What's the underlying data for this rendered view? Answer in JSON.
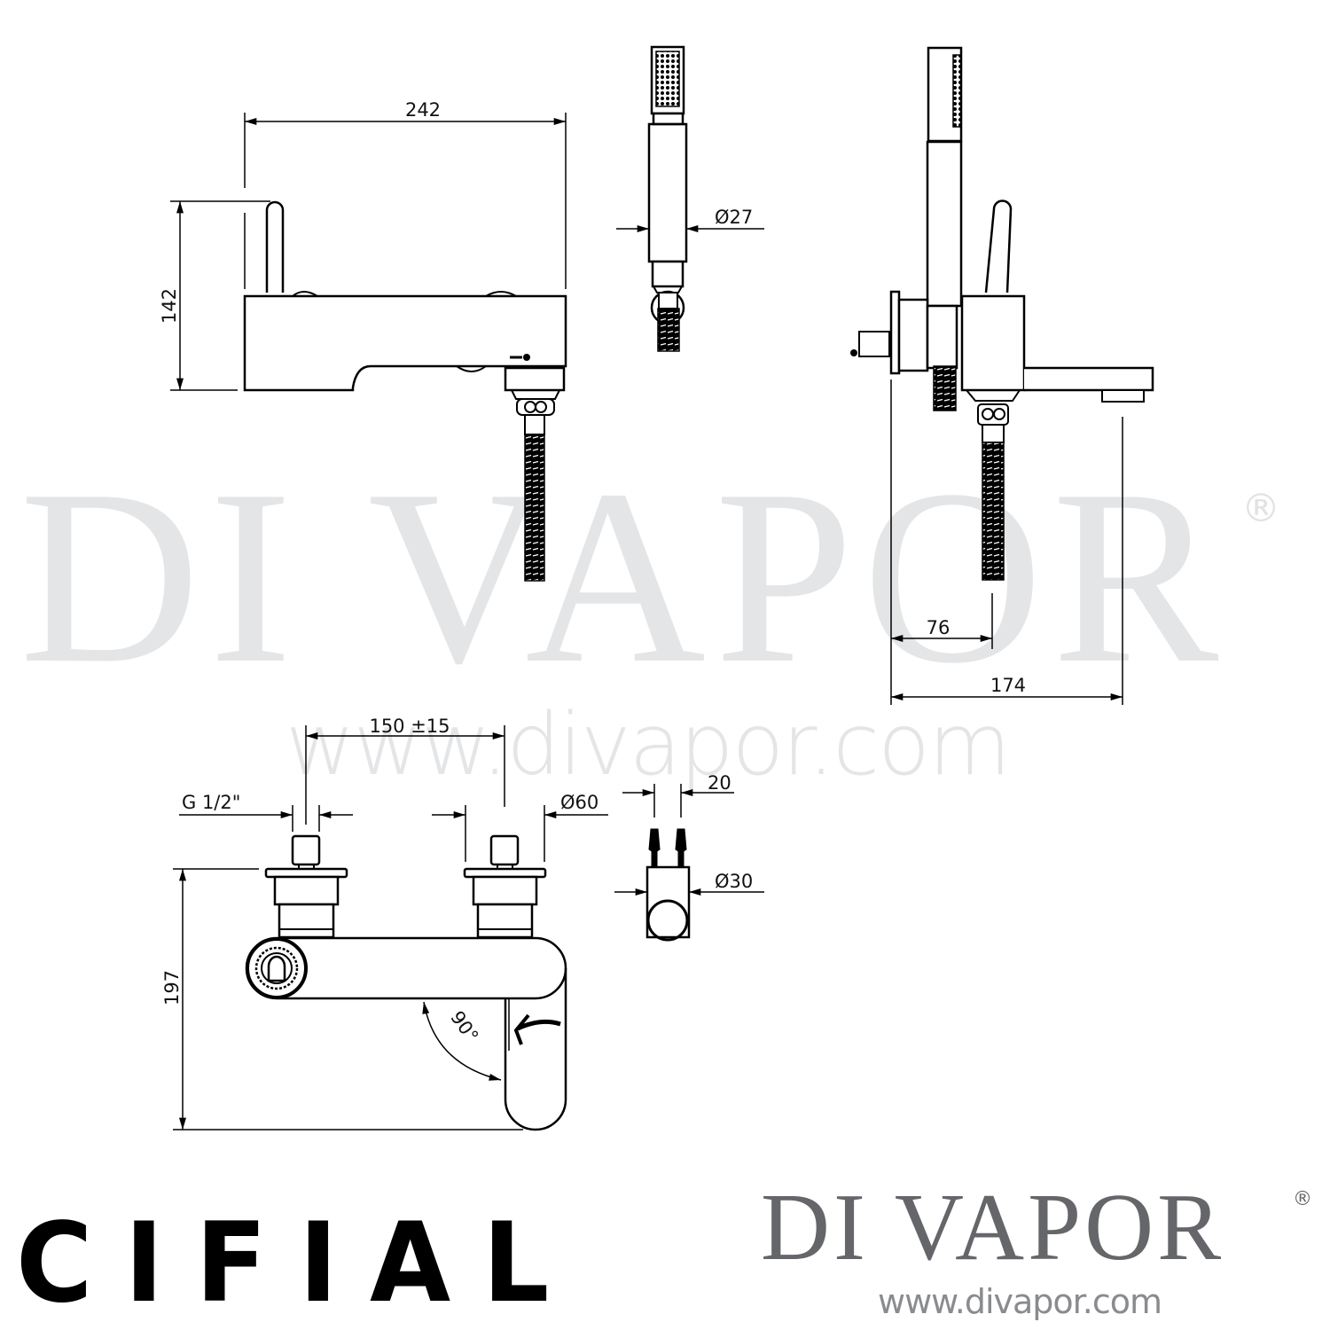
{
  "watermark": {
    "text": "DI VAPOR",
    "registered": "®",
    "url": "www.divapor.com",
    "color": "#e4e5e7"
  },
  "views": {
    "side_view": {
      "width_label": "242",
      "height_label": "142"
    },
    "hand_shower": {
      "diameter_label": "Ø27"
    },
    "end_view": {
      "offset_label": "76",
      "projection_label": "174"
    },
    "front_view": {
      "centres_label": "150 ±15",
      "thread_label": "G 1/2\"",
      "flange_label": "Ø60",
      "height_label": "197",
      "rotation_label": "90°"
    },
    "holder_view": {
      "fixing_label": "20",
      "diameter_label": "Ø30"
    }
  },
  "footer": {
    "manufacturer_logo": "CIFIAL",
    "retailer_logo": "DI VAPOR",
    "retailer_registered": "®",
    "retailer_url": "www.divapor.com",
    "retailer_color": "#65666a"
  }
}
